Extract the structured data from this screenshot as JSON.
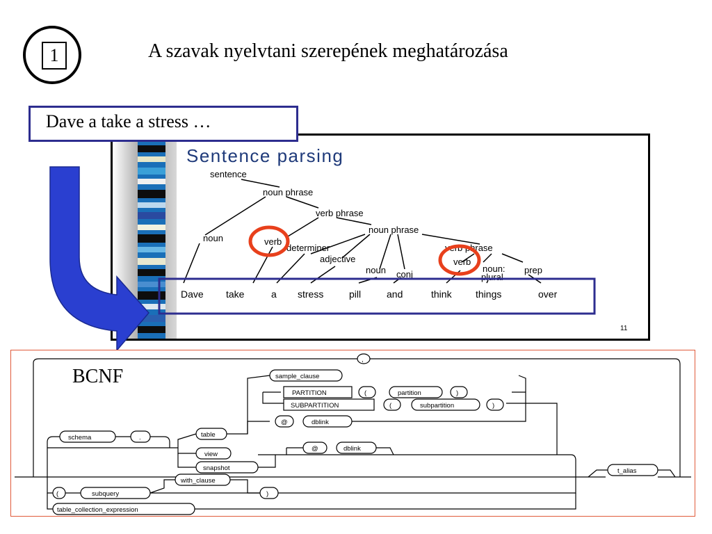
{
  "slide": {
    "number": "1",
    "title": "A szavak nyelvtani szerepének meghatározása",
    "input_sentence": "Dave a take a stress …"
  },
  "parse_figure": {
    "title": "Sentence parsing",
    "page_number": "11",
    "nodes": {
      "sentence": "sentence",
      "np1": "noun phrase",
      "vp": "verb phrase",
      "np2": "noun phrase",
      "noun": "noun",
      "verb1": "verb",
      "determiner": "determiner",
      "adjective": "adjective",
      "noun2": "noun",
      "conj": "conj",
      "vp2": "verb phrase",
      "verb2": "verb",
      "noun_plural": "noun:",
      "plural": "plural",
      "prep": "prep"
    },
    "words": [
      "Dave",
      "take",
      "a",
      "stress",
      "pill",
      "and",
      "think",
      "things",
      "over"
    ]
  },
  "bcnf": {
    "label": "BCNF",
    "tokens": {
      "comma": ",",
      "schema": "schema",
      "dot": ".",
      "table": "table",
      "sample_clause": "sample_clause",
      "partition_kw": "PARTITION",
      "lparen1": "(",
      "partition": "partition",
      "rparen1": ")",
      "subpartition_kw": "SUBPARTITION",
      "lparen2": "(",
      "subpartition": "subpartition",
      "rparen2": ")",
      "at1": "@",
      "dblink1": "dblink",
      "view": "view",
      "snapshot": "snapshot",
      "at2": "@",
      "dblink2": "dblink",
      "lparen3": "(",
      "subquery": "subquery",
      "with_clause": "with_clause",
      "rparen3": ")",
      "table_collection_expression": "table_collection_expression",
      "t_alias": "t_alias"
    }
  },
  "colors": {
    "frame_blue": "#2d2d8f",
    "arrow_blue": "#2a3fd0",
    "highlight_red": "#e8401c",
    "parse_title_blue": "#1f3a7a",
    "bcnf_border": "#e05a3a"
  }
}
